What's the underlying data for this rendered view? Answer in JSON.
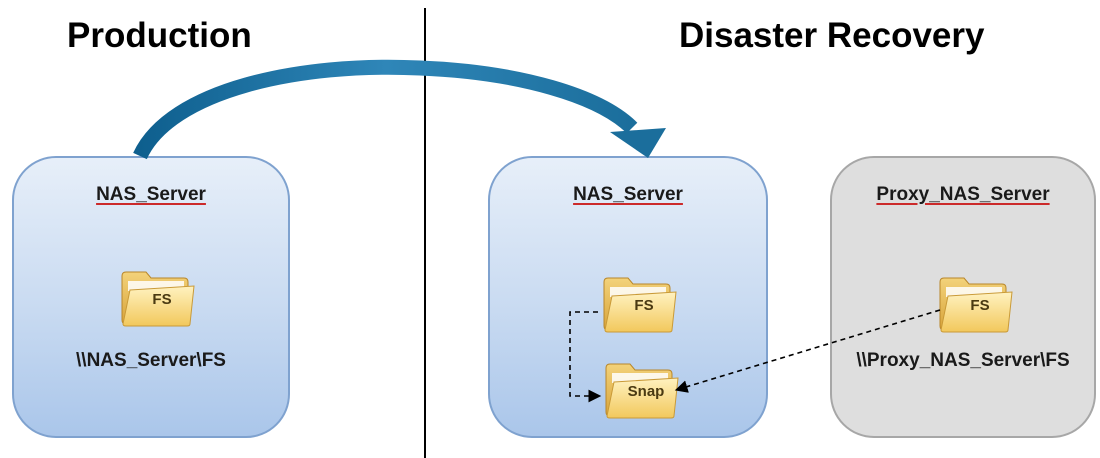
{
  "sections": {
    "production_title": "Production",
    "dr_title": "Disaster Recovery"
  },
  "production_box": {
    "label": "NAS_Server",
    "folder_label": "FS",
    "path": "\\\\NAS_Server\\FS"
  },
  "dr_box": {
    "label": "NAS_Server",
    "folder_label": "FS",
    "snap_label": "Snap"
  },
  "proxy_box": {
    "label": "Proxy_NAS_Server",
    "folder_label": "FS",
    "path": "\\\\Proxy_NAS_Server\\FS"
  },
  "colors": {
    "blue_box_border": "#7fa2cf",
    "grey_box_fill": "#dedede",
    "arrow_blue": "#1b6e9c",
    "underline_red": "#cc2a2a"
  },
  "icons": [
    "folder-icon",
    "replication-arrow-icon"
  ]
}
